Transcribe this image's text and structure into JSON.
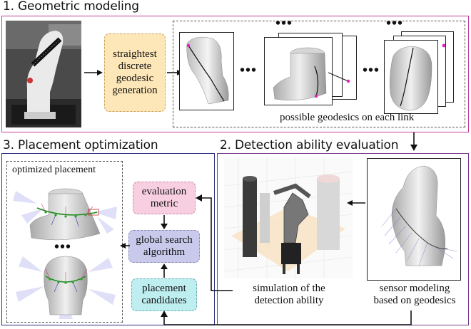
{
  "panels": {
    "geometric": {
      "title": "1. Geometric modeling",
      "border_color": "#c0409a",
      "process_label": "straightest discrete geodesic generation",
      "process_lines": [
        "straightest",
        "discrete",
        "geodesic",
        "generation"
      ],
      "process_fill": "#fde7b8",
      "caption": "possible geodesics on each link",
      "ellipsis": "•••"
    },
    "detection": {
      "title": "2. Detection ability evaluation",
      "border_color": "#7a3a8a",
      "simulation_caption_lines": [
        "simulation of the",
        "detection ability"
      ],
      "sensor_caption_lines": [
        "sensor modeling",
        "based on geodesics"
      ]
    },
    "placement": {
      "title": "3. Placement optimization",
      "border_color": "#2a2a80",
      "inner_label": "optimized placement",
      "ellipsis": "•••",
      "evaluation_metric_lines": [
        "evaluation",
        "metric"
      ],
      "evaluation_metric_fill": "#f8cfe0",
      "global_search_lines": [
        "global search",
        "algorithm"
      ],
      "global_search_fill": "#c9c9ec",
      "placement_candidates_lines": [
        "placement",
        "candidates"
      ],
      "placement_candidates_fill": "#bfeef0"
    }
  }
}
